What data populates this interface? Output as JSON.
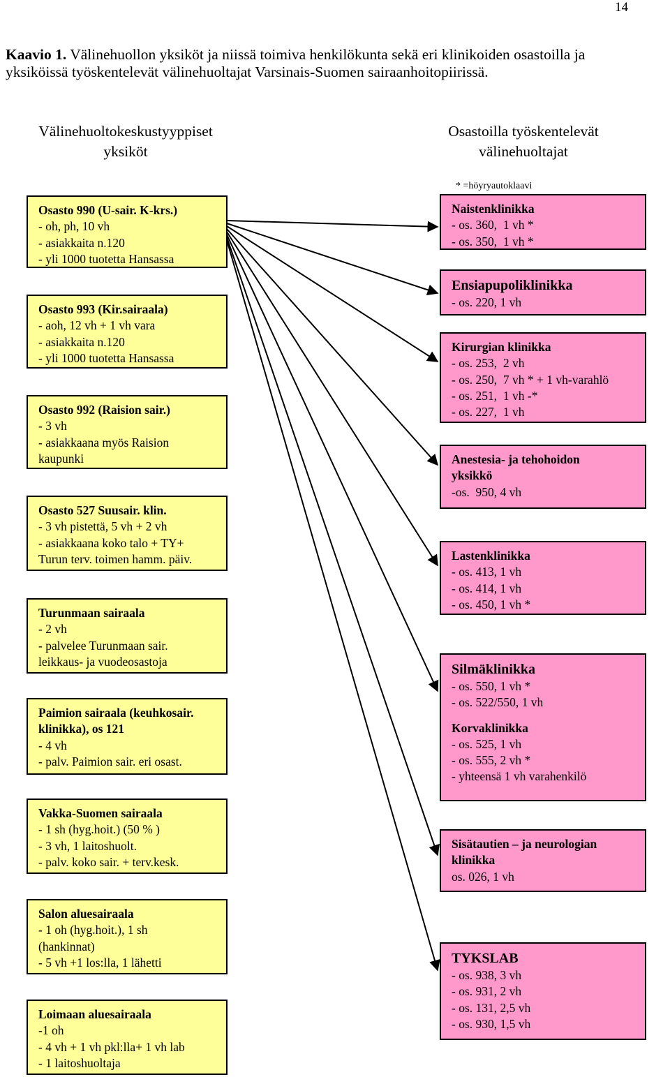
{
  "page_number": "14",
  "caption": {
    "label": "Kaavio 1.",
    "text": " Välinehuollon yksiköt ja niissä toimiva henkilökunta sekä eri klinikoiden osastoilla ja yksiköissä työskentelevät välinehuoltajat Varsinais-Suomen sairaanhoitopiirissä."
  },
  "left_heading": [
    "Välinehuoltokeskustyyppiset",
    "yksiköt"
  ],
  "right_heading": [
    "Osastoilla työskentelevät",
    "välinehuoltajat"
  ],
  "note": "* =höyryautoklaavi",
  "left_units": [
    {
      "title": "Osasto 990 (U-sair. K-krs.)",
      "lines": [
        "- oh, ph, 10 vh",
        "- asiakkaita n.120",
        "- yli 1000 tuotetta Hansassa"
      ]
    },
    {
      "title": "Osasto 993 (Kir.sairaala)",
      "lines": [
        "- aoh, 12 vh + 1 vh vara",
        "- asiakkaita n.120",
        "- yli 1000 tuotetta Hansassa"
      ]
    },
    {
      "title": "Osasto 992 (Raision sair.)",
      "lines": [
        "- 3 vh",
        "- asiakkaana myös Raision",
        "kaupunki"
      ]
    },
    {
      "title": "Osasto 527 Suusair. klin.",
      "lines": [
        "- 3 vh pistettä, 5 vh + 2 vh",
        "- asiakkaana koko talo + TY+",
        "Turun terv. toimen hamm. päiv."
      ]
    },
    {
      "title": "Turunmaan sairaala",
      "lines": [
        "- 2 vh",
        "- palvelee Turunmaan sair.",
        "leikkaus- ja vuodeosastoja"
      ]
    },
    {
      "title": "Paimion sairaala (keuhkosair.",
      "title2": "klinikka), os 121",
      "lines": [
        "- 4 vh",
        "- palv. Paimion sair. eri osast."
      ]
    },
    {
      "title": "Vakka-Suomen sairaala",
      "lines": [
        "- 1 sh (hyg.hoit.) (50 % )",
        "- 3 vh, 1 laitoshuolt.",
        "- palv. koko sair. + terv.kesk."
      ]
    },
    {
      "title": "Salon aluesairaala",
      "lines": [
        "- 1 oh (hyg.hoit.), 1 sh",
        "(hankinnat)",
        "- 5 vh +1 los:lla, 1 lähetti"
      ]
    },
    {
      "title": "Loimaan aluesairaala",
      "lines": [
        "-1 oh",
        "- 4 vh + 1 vh pkl:lla+ 1 vh lab",
        "- 1 laitoshuoltaja"
      ]
    }
  ],
  "right_units": [
    {
      "title": "Naistenklinikka",
      "lines": [
        "- os. 360,  1 vh *",
        "- os. 350,  1 vh *"
      ]
    },
    {
      "title": "Ensiapupoliklinikka",
      "lines": [
        "- os. 220, 1 vh"
      ]
    },
    {
      "title": "Kirurgian klinikka",
      "lines": [
        "- os. 253,  2 vh",
        "- os. 250,  7 vh * + 1 vh-varahlö",
        "- os. 251,  1 vh -*",
        "- os. 227,  1 vh"
      ]
    },
    {
      "title": "Anestesia- ja tehohoidon",
      "title2": "yksikkö",
      "lines": [
        "-os.  950, 4 vh"
      ]
    },
    {
      "title": "Lastenklinikka",
      "lines": [
        "- os. 413, 1 vh",
        "- os. 414, 1 vh",
        "- os. 450, 1 vh *"
      ]
    },
    {
      "title": "Silmäklinikka",
      "lines": [
        "- os. 550, 1 vh *",
        "- os. 522/550, 1 vh"
      ],
      "title_b": "Korvaklinikka",
      "lines_b": [
        "- os. 525, 1 vh",
        "- os. 555, 2 vh *",
        "- yhteensä 1 vh varahenkilö"
      ]
    },
    {
      "title": "Sisätautien  –  ja neurologian",
      "title2": "klinikka",
      "lines": [
        "os. 026, 1 vh"
      ]
    },
    {
      "title": "TYKSLAB",
      "lines": [
        "- os. 938, 3 vh",
        "- os. 931, 2 vh",
        "- os. 131, 2,5 vh",
        "- os. 930, 1,5 vh"
      ]
    }
  ],
  "colors": {
    "left_box": "#ffff99",
    "right_box": "#ff99cc",
    "lines": "#000000"
  }
}
